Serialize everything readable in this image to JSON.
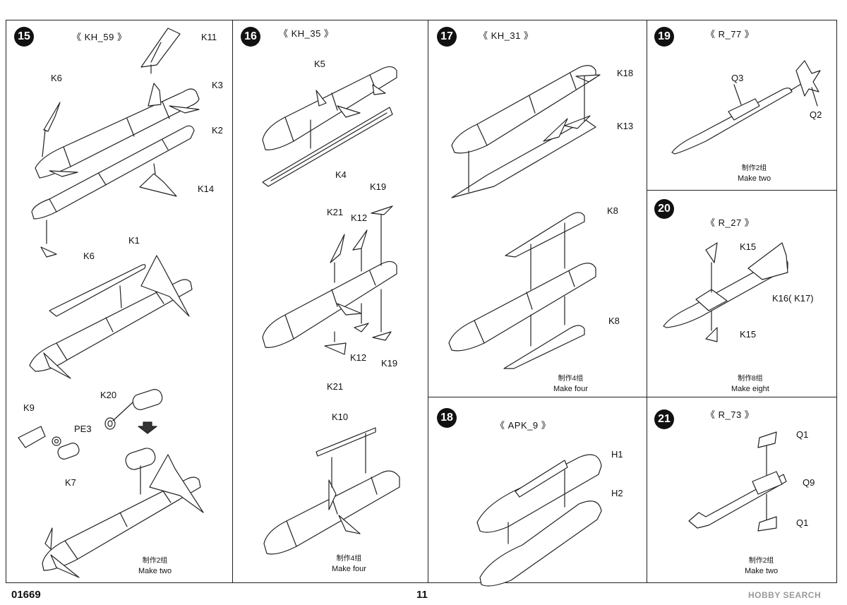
{
  "panels": {
    "p15": {
      "step": "15",
      "title": "《 KH_59 》",
      "parts": [
        "K11",
        "K6",
        "K3",
        "K2",
        "K14",
        "K6",
        "K1",
        "K20",
        "K9",
        "PE3",
        "K7"
      ],
      "note_cn": "制作2组",
      "note_en": "Make two"
    },
    "p16": {
      "step": "16",
      "title": "《 KH_35 》",
      "parts": [
        "K5",
        "K4",
        "K19",
        "K21",
        "K12",
        "K12",
        "K19",
        "K21",
        "K10"
      ],
      "note_cn": "制作4组",
      "note_en": "Make four"
    },
    "p17": {
      "step": "17",
      "title": "《 KH_31 》",
      "parts": [
        "K18",
        "K13",
        "K8",
        "K8"
      ],
      "note_cn": "制作4组",
      "note_en": "Make four"
    },
    "p18": {
      "step": "18",
      "title": "《 APK_9 》",
      "parts": [
        "H1",
        "H2"
      ]
    },
    "p19": {
      "step": "19",
      "title": "《 R_77 》",
      "parts": [
        "Q3",
        "Q2"
      ],
      "note_cn": "制作2组",
      "note_en": "Make two"
    },
    "p20": {
      "step": "20",
      "title": "《 R_27 》",
      "parts": [
        "K15",
        "K16( K17)",
        "K15"
      ],
      "note_cn": "制作8组",
      "note_en": "Make eight"
    },
    "p21": {
      "step": "21",
      "title": "《 R_73 》",
      "parts": [
        "Q1",
        "Q9",
        "Q1"
      ],
      "note_cn": "制作2组",
      "note_en": "Make two"
    }
  },
  "footer": {
    "code": "01669",
    "page": "11"
  },
  "watermark": "HOBBY SEARCH"
}
